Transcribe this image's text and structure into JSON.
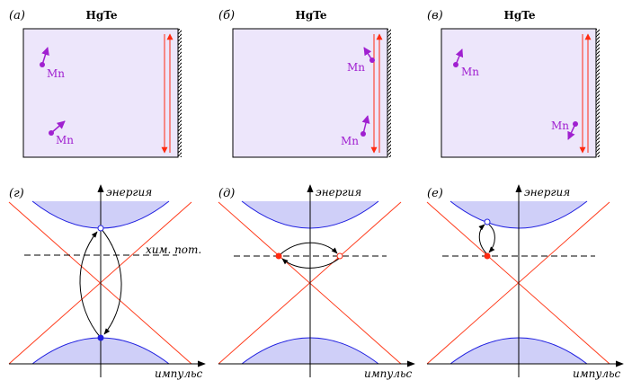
{
  "top_panels": [
    {
      "label": "(а)",
      "title": "HgTe",
      "mn": [
        "Mn",
        "Mn"
      ]
    },
    {
      "label": "(б)",
      "title": "HgTe",
      "mn": [
        "Mn",
        "Mn"
      ]
    },
    {
      "label": "(в)",
      "title": "HgTe",
      "mn": [
        "Mn",
        "Mn"
      ]
    }
  ],
  "bottom_panels": [
    {
      "label": "(г)",
      "y_axis": "энергия",
      "x_axis": "импульс",
      "chem_pot": "хим. пот."
    },
    {
      "label": "(д)",
      "y_axis": "энергия",
      "x_axis": "импульс"
    },
    {
      "label": "(е)",
      "y_axis": "энергия",
      "x_axis": "импульс"
    }
  ],
  "colors": {
    "sample_fill": "#ede6fb",
    "band_fill": "#cfcff8",
    "band_line": "#2020e0",
    "edge_state": "#ff3a1a",
    "spin": "#a020d0"
  }
}
